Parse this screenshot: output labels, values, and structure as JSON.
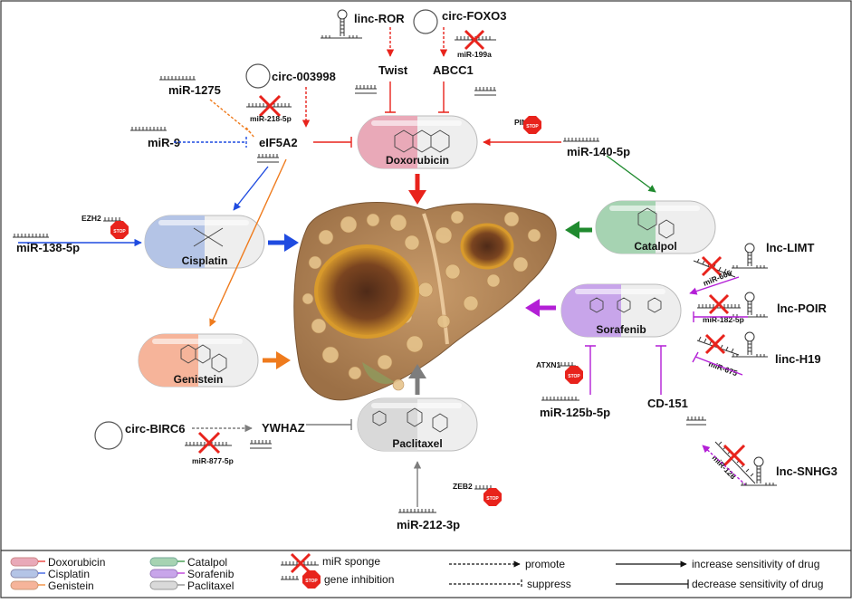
{
  "drugs": {
    "doxorubicin": "Doxorubicin",
    "cisplatin": "Cisplatin",
    "genistein": "Genistein",
    "catalpol": "Catalpol",
    "sorafenib": "Sorafenib",
    "paclitaxel": "Paclitaxel"
  },
  "nodes": {
    "linc_ror": "linc-ROR",
    "circ_foxo3": "circ-FOXO3",
    "mir_199a": "miR-199a",
    "twist": "Twist",
    "abcc1": "ABCC1",
    "mir_1275": "miR-1275",
    "circ_003998": "circ-003998",
    "mir_218_5p": "miR-218-5p",
    "mir_9": "miR-9",
    "eif5a2": "eIF5A2",
    "pin1": "PIN1",
    "mir_140_5p": "miR-140-5p",
    "ezh2": "EZH2",
    "mir_138_5p": "miR-138-5p",
    "lnc_limt": "lnc-LIMT",
    "mir_665": "miR-665",
    "lnc_poir": "lnc-POIR",
    "mir_182_5p": "miR-182-5p",
    "linc_h19": "linc-H19",
    "mir_675": "miR-675",
    "atxn1": "ATXN1",
    "mir_125b_5p": "miR-125b-5p",
    "cd_151": "CD-151",
    "circ_birc6": "circ-BIRC6",
    "ywhaz": "YWHAZ",
    "mir_877_5p": "miR-877-5p",
    "mir_128": "miR-128",
    "lnc_snhg3": "lnc-SNHG3",
    "zeb2": "ZEB2",
    "mir_212_3p": "miR-212-3p"
  },
  "stop_text": "STOP",
  "legend": {
    "drugs": [
      "Doxorubicin",
      "Cisplatin",
      "Genistein",
      "Catalpol",
      "Sorafenib",
      "Paclitaxel"
    ],
    "mir_sponge": "miR sponge",
    "gene_inhibition": "gene inhibition",
    "promote": "promote",
    "suppress": "suppress",
    "increase": "increase sensitivity of drug",
    "decrease": "decrease sensitivity of drug"
  },
  "colors": {
    "doxorubicin": "#e9a9b8",
    "cisplatin": "#b4c4e6",
    "genistein": "#f6b49a",
    "catalpol": "#a6d3b2",
    "sorafenib": "#c8a5ea",
    "paclitaxel": "#d9d9d9",
    "red_arrow": "#e8231c",
    "blue_arrow": "#1f4be0",
    "green_arrow": "#1f8a2e",
    "orange_arrow": "#ef7b1d",
    "purple_arrow": "#b31fd6",
    "gray_arrow": "#7d7d7d"
  }
}
